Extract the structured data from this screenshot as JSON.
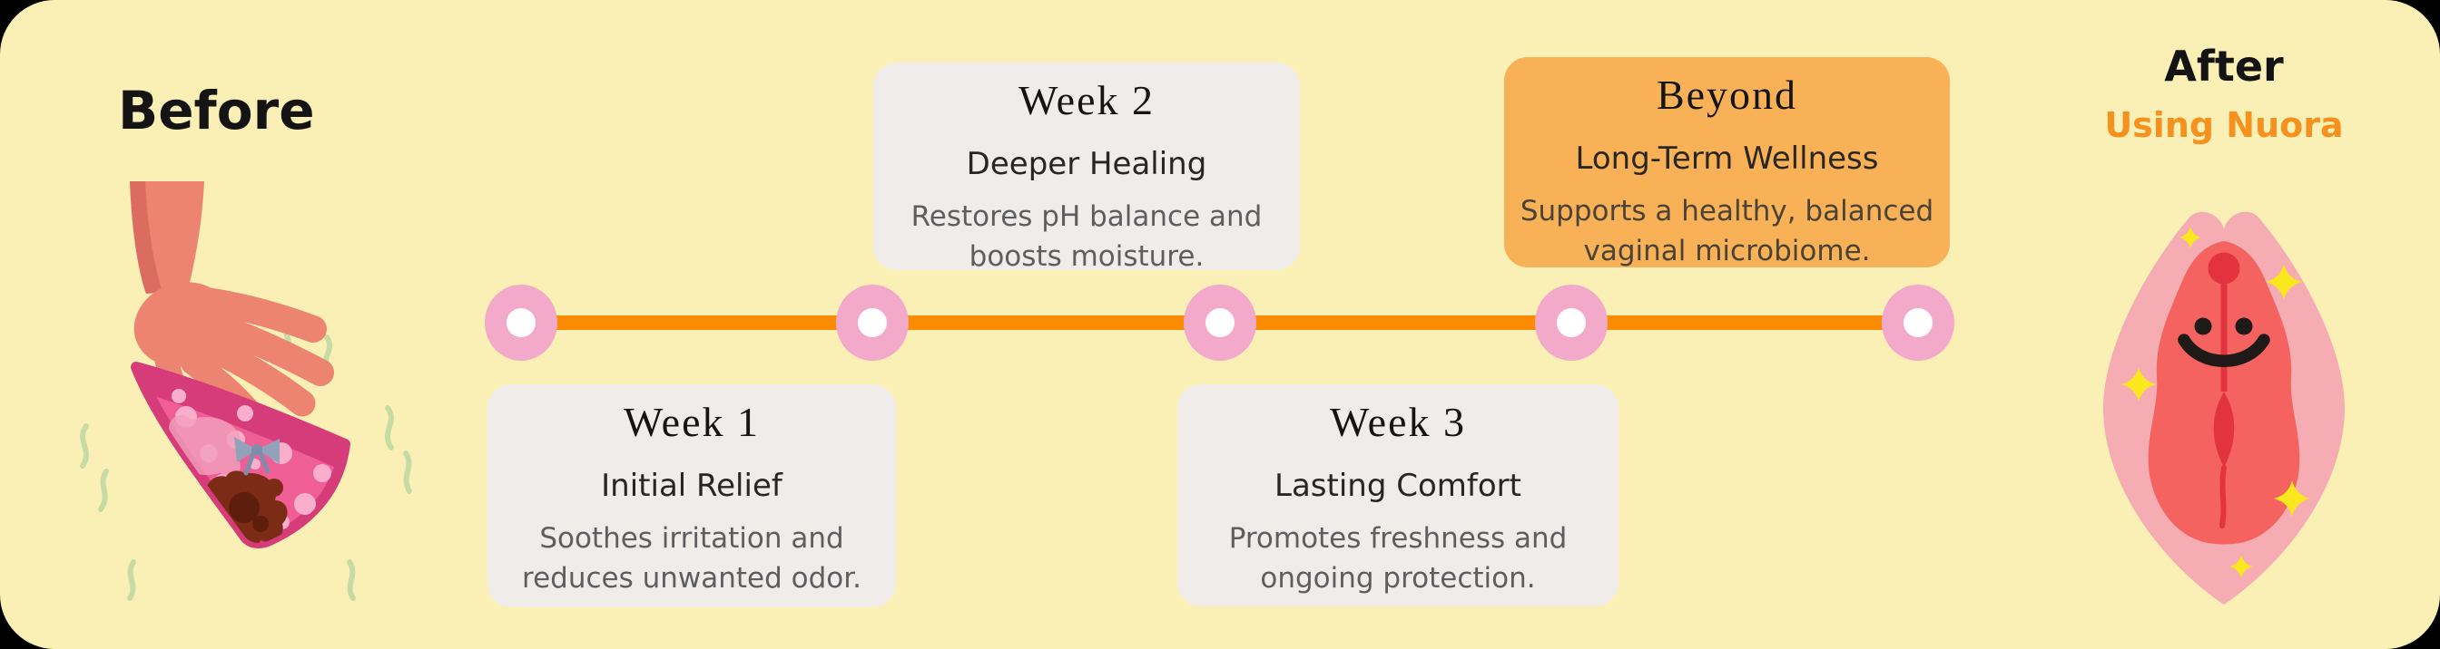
{
  "header": {
    "before_title": "Before",
    "after_title": "After",
    "after_subtitle": "Using Nuora"
  },
  "timeline": {
    "node_count": 5,
    "milestones": [
      {
        "label": "Week 1",
        "heading": "Initial Relief",
        "body_lines": [
          "Soothes irritation and",
          "reduces unwanted odor."
        ],
        "position": "below",
        "variant": "gray"
      },
      {
        "label": "Week 2",
        "heading": "Deeper Healing",
        "body_lines": [
          "Restores pH balance and",
          "boosts moisture."
        ],
        "position": "above",
        "variant": "gray"
      },
      {
        "label": "Week 3",
        "heading": "Lasting Comfort",
        "body_lines": [
          "Promotes freshness and",
          "ongoing protection."
        ],
        "position": "below",
        "variant": "gray"
      },
      {
        "label": "Beyond",
        "heading": "Long-Term Wellness",
        "body_lines": [
          "Supports a healthy, balanced",
          "vaginal microbiome."
        ],
        "position": "above",
        "variant": "orange"
      }
    ]
  },
  "icons": {
    "before_illustration": "hand-holding-stained-underwear-icon",
    "after_illustration": "happy-healthy-vulva-icon",
    "timeline_node": "milestone-dot-icon",
    "sparkle": "sparkle-icon",
    "odor": "odor-squiggle-icon"
  },
  "colors": {
    "canvas": "#000000",
    "panel_bg": "#FAF0B5",
    "card_gray": "#EFECEA",
    "card_orange": "#F8B156",
    "line_orange": "#FB8B00",
    "node_pink": "#F3AACA",
    "node_core": "#FFFFFF",
    "accent_orange": "#F6911E",
    "title_black": "#141414",
    "heading_dark": "#262626",
    "body_gray": "#5E5E60",
    "heading_on_orange": "#2A2723",
    "body_on_orange": "#4A4338"
  }
}
